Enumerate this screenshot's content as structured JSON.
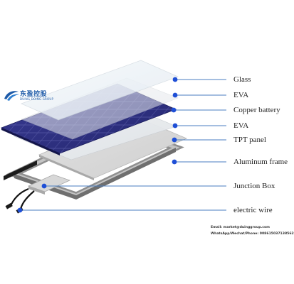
{
  "labels": {
    "glass": "Glass",
    "eva_top": "EVA",
    "copper_battery": "Copper battery",
    "eva_bottom": "EVA",
    "tpt_panel": "TPT panel",
    "aluminum_frame": "Aluminum frame",
    "junction_box": "Junction Box",
    "electric_wire": "electric wire"
  },
  "brand": {
    "name_cn": "东盈控股",
    "name_en": "DUING DOING GROUP"
  },
  "contact": {
    "email_line": "Email: market@duinggroup.com",
    "phone_line": "WhatsApp/Wechat/Phone: 008615037138562"
  },
  "colors": {
    "leader_line": "#4a7ec0",
    "leader_dot": "#1f4fd6",
    "cell_blue": "#2b2d82",
    "frame_gray": "#9a9a9a",
    "brand_blue": "#1d5aa8"
  }
}
